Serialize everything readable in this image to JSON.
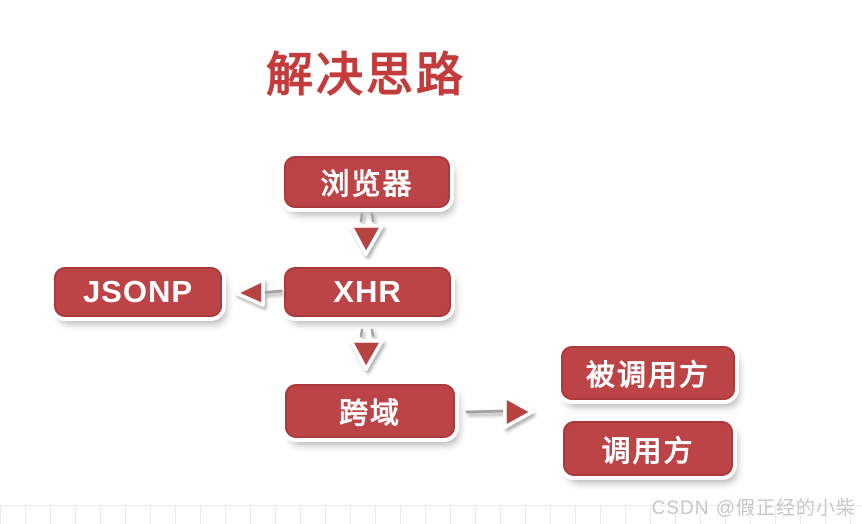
{
  "title": "解决思路",
  "nodes": {
    "browser": "浏览器",
    "xhr": "XHR",
    "jsonp": "JSONP",
    "cross_domain": "跨域",
    "callee": "被调用方",
    "caller": "调用方"
  },
  "edges": [
    {
      "from": "browser",
      "to": "xhr",
      "direction": "down"
    },
    {
      "from": "xhr",
      "to": "jsonp",
      "direction": "left"
    },
    {
      "from": "xhr",
      "to": "cross_domain",
      "direction": "down"
    },
    {
      "from": "cross_domain",
      "to": "callee_and_caller",
      "direction": "right"
    }
  ],
  "watermark": "CSDN @假正经的小柴",
  "colors": {
    "box_fill": "#bc4446",
    "title_text": "#c43b3c",
    "arrow_fill": "#b64243",
    "box_text": "#ffffff",
    "watermark_text": "#c7c7c7",
    "grid_line": "#efe9e9",
    "background": "#ffffff"
  }
}
